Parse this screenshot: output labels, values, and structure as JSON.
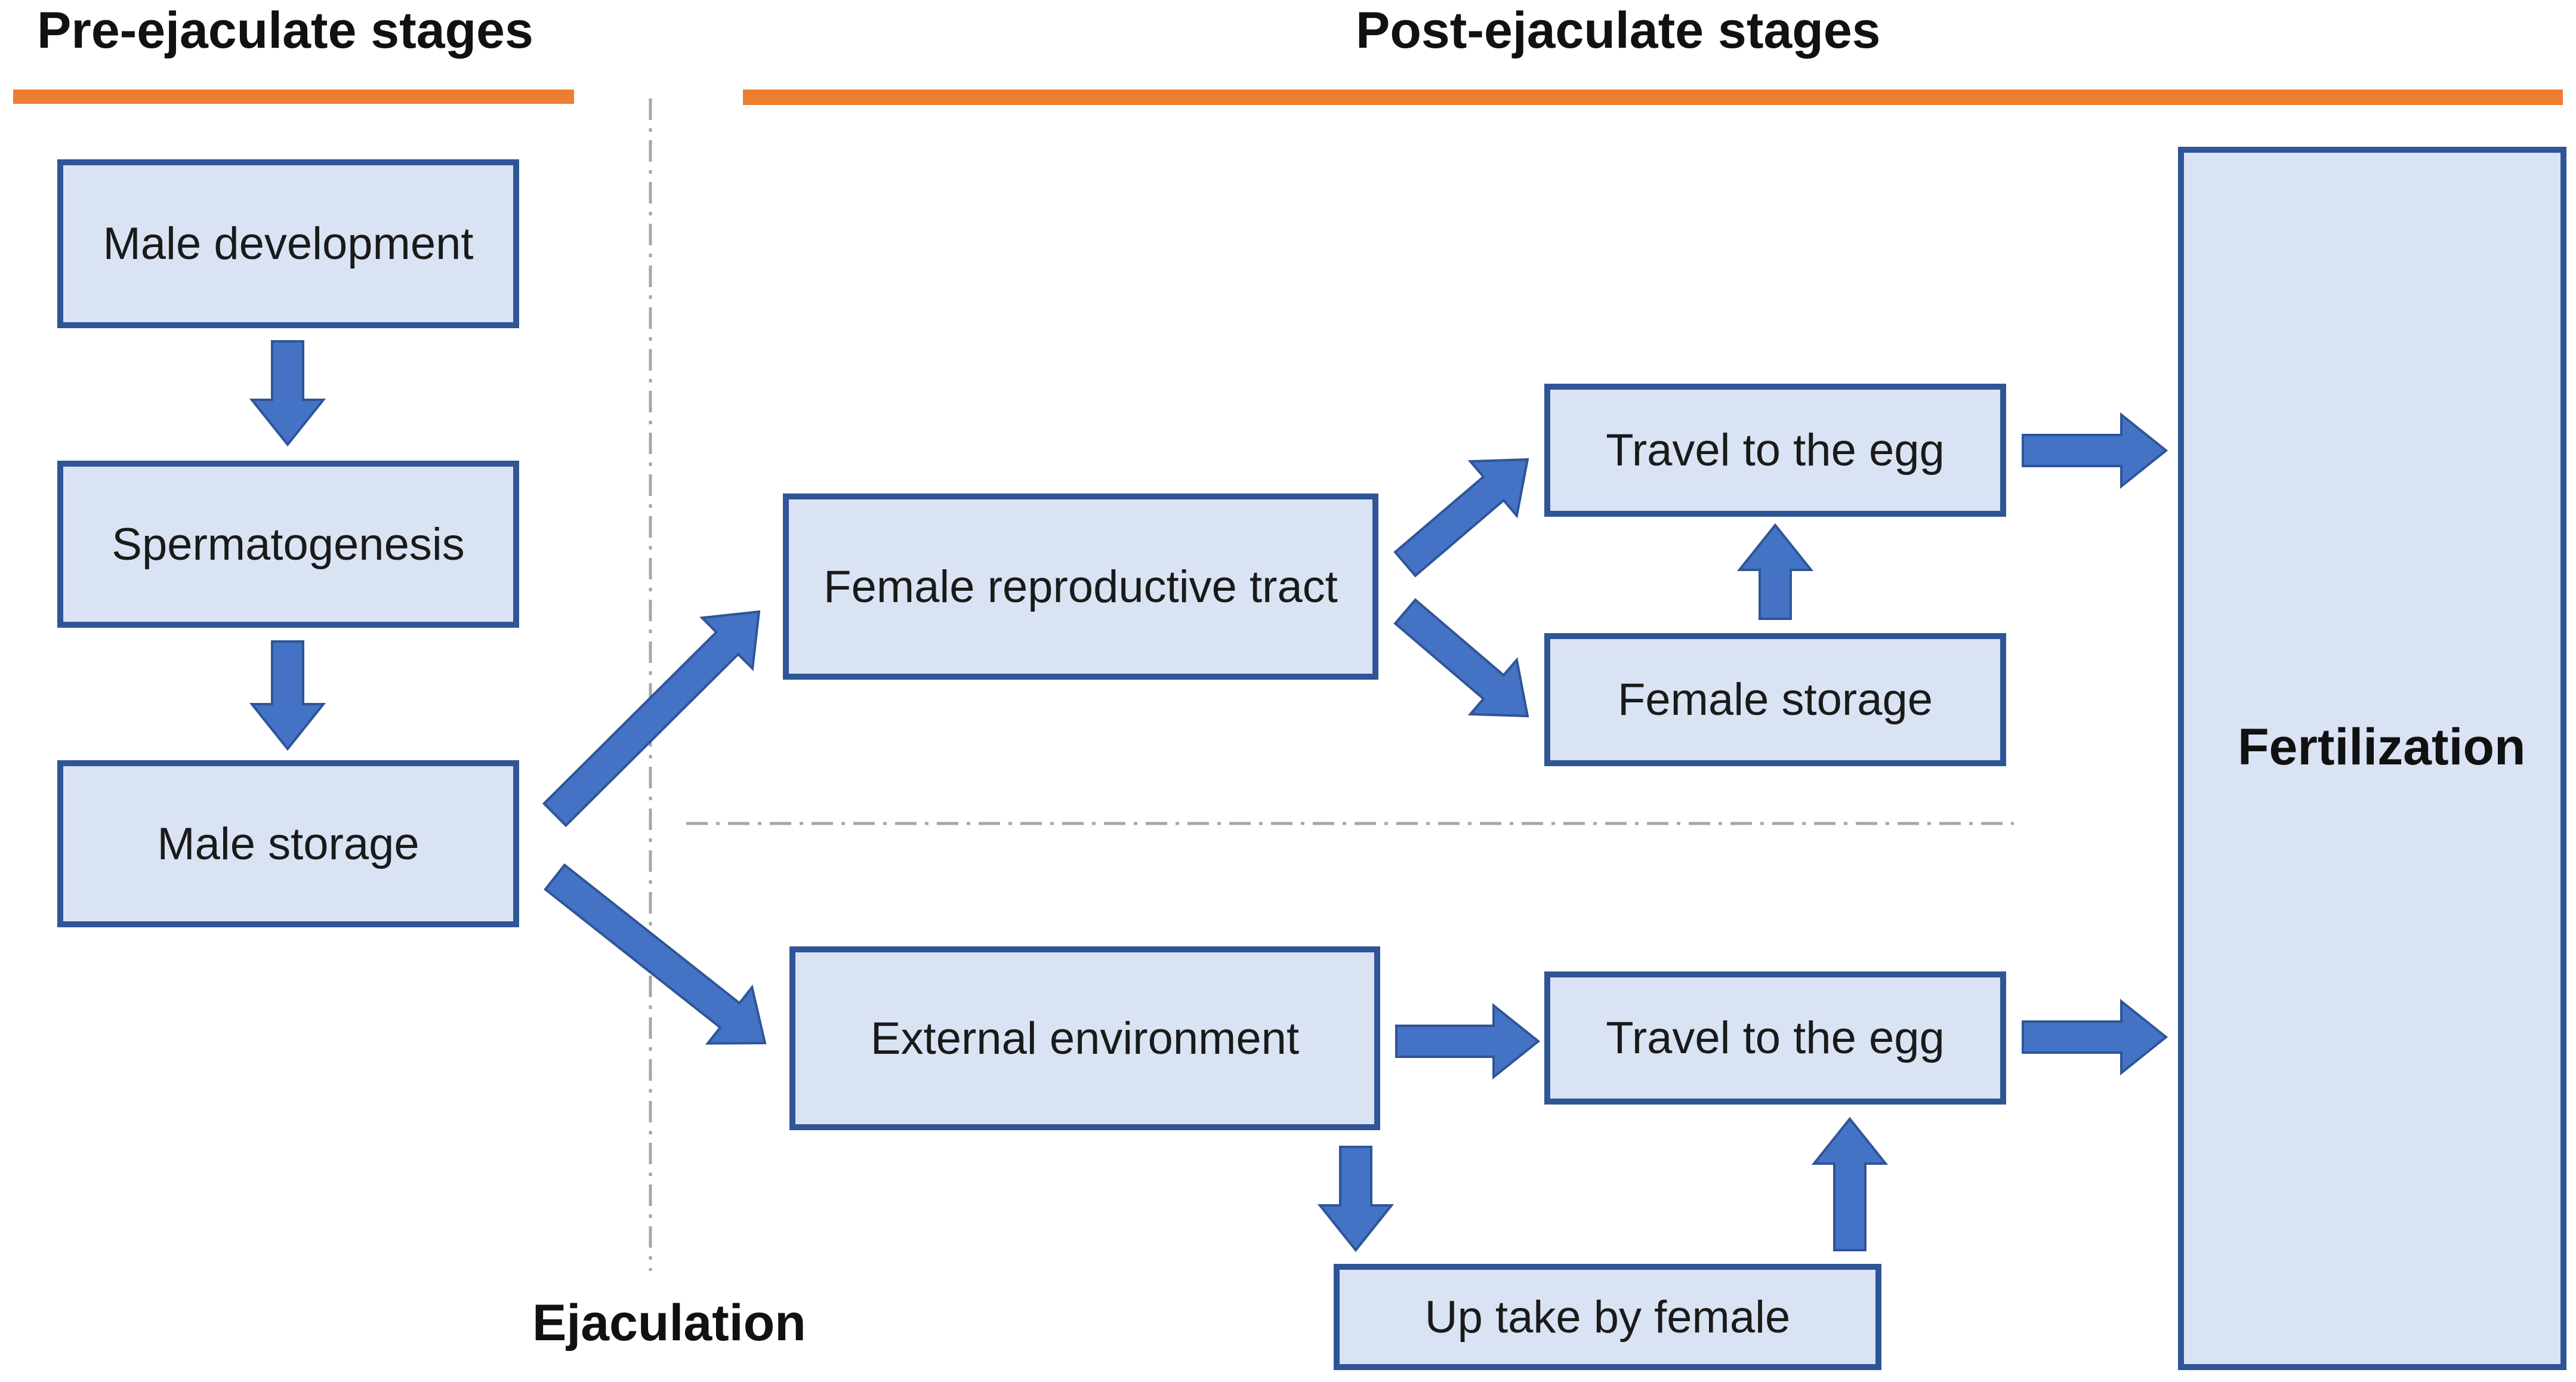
{
  "headers": {
    "pre": "Pre-ejaculate stages",
    "post": "Post-ejaculate stages",
    "ejaculation": "Ejaculation"
  },
  "boxes": {
    "male_development": "Male development",
    "spermatogenesis": "Spermatogenesis",
    "male_storage": "Male storage",
    "female_reproductive_tract": "Female reproductive tract",
    "travel_egg_internal": "Travel  to the egg",
    "female_storage": "Female storage",
    "external_environment": "External environment",
    "travel_egg_external": "Travel to the egg",
    "uptake_by_female": "Up take by female",
    "fertilization": "Fertilization"
  },
  "colors": {
    "box_fill": "#dae3f3",
    "box_border": "#2f5597",
    "arrow": "#4472c4",
    "arrow_outline": "#2f5597",
    "header_bar": "#ed7d31",
    "divider": "#a6a6a6",
    "egg": "#404040"
  },
  "icons": [
    "sperm-icon",
    "egg-icon"
  ]
}
